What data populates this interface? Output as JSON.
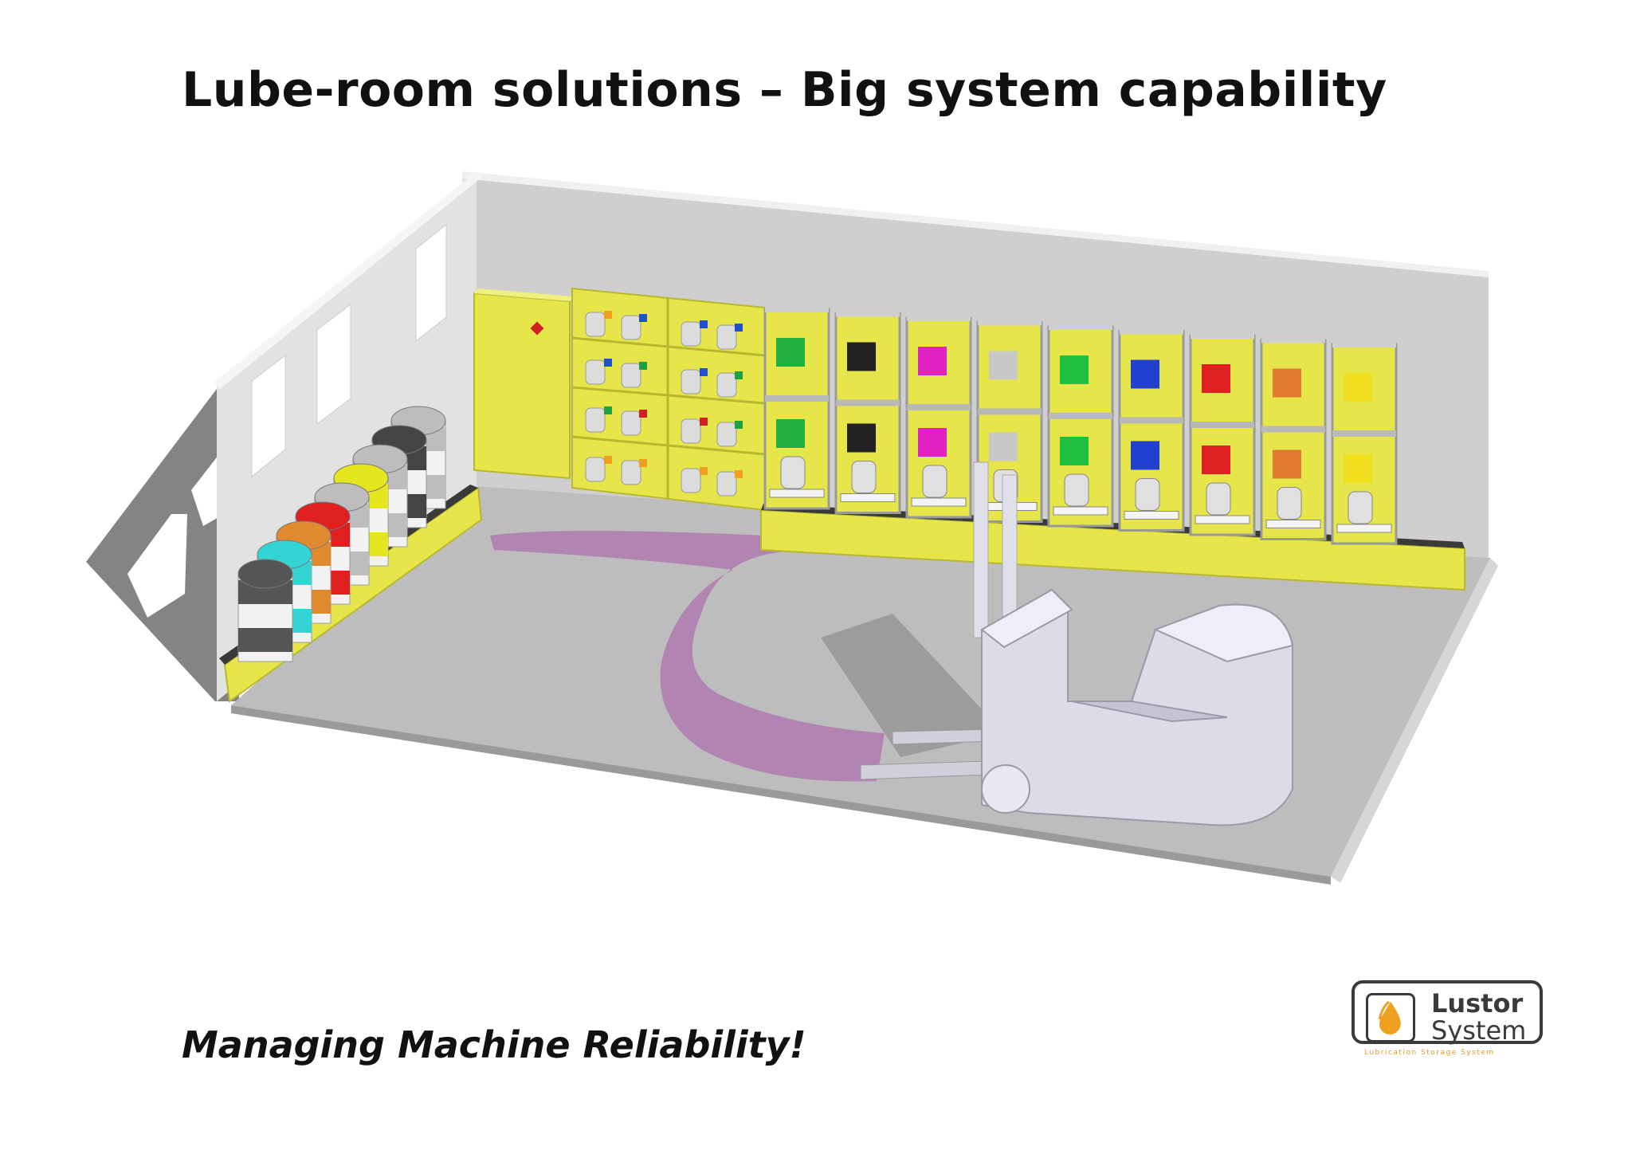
{
  "title": "Lube-room solutions – Big system capability",
  "tagline": "Managing Machine Reliability!",
  "logo": {
    "word1": "Lustor",
    "word2": "System",
    "subtitle": "Lubrication Storage System",
    "icon": "oil-drop-icon",
    "accent": "#f0a020"
  },
  "drum_colors": [
    "#555555",
    "#33d4d4",
    "#e08a30",
    "#e02020",
    "#bdbdbd",
    "#e6e620",
    "#bdbdbd",
    "#444444",
    "#bdbdbd"
  ],
  "station_colors": [
    "#20b040",
    "#222222",
    "#e020c0",
    "#c8c8c8",
    "#20c040",
    "#2040d0",
    "#e02020",
    "#e07a30",
    "#f0e020"
  ],
  "colors": {
    "cabinet_yellow": "#e8e84a",
    "floor": "#bdbdbd",
    "wall": "#d4d4d4",
    "path": "#b07ab0",
    "forklift": "#d8d8e4"
  }
}
